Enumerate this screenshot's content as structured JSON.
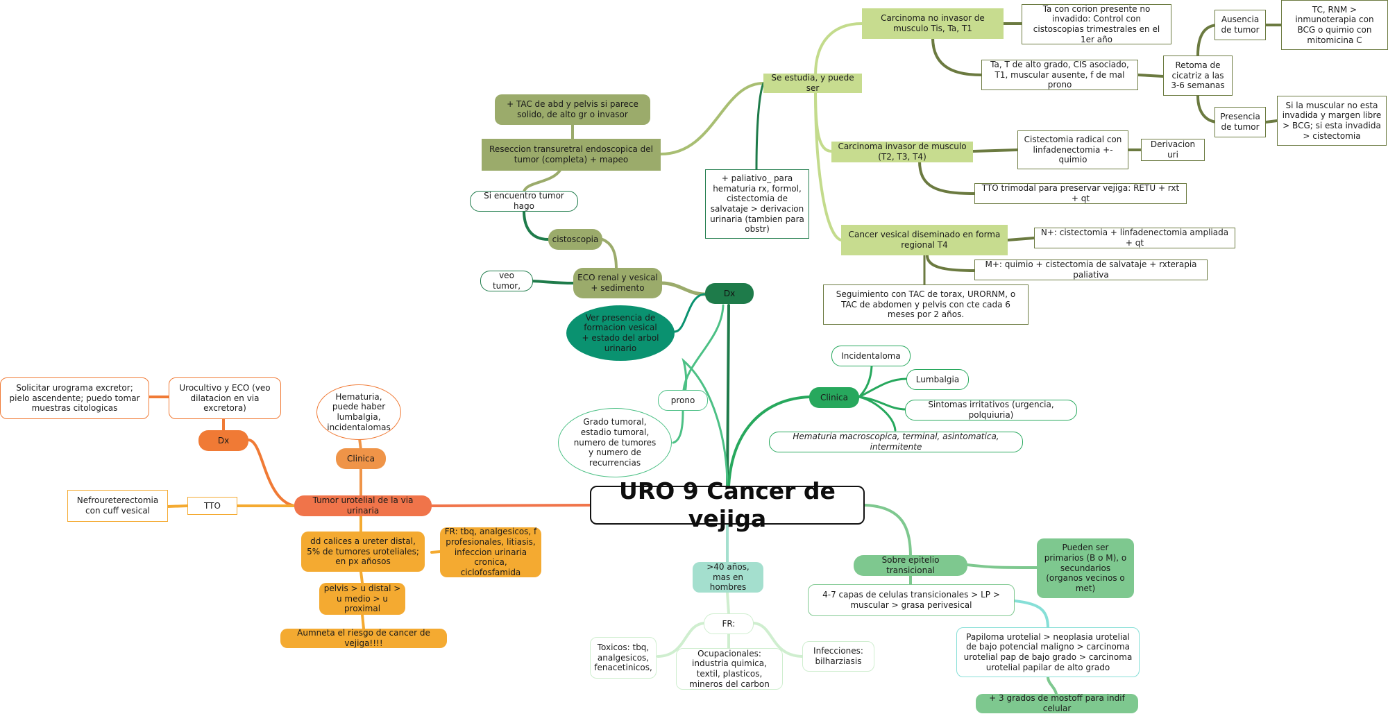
{
  "root": {
    "title": "URO 9 Cancer de vejiga"
  },
  "colors": {
    "olive_dark": "#6b7a40",
    "olive_fill": "#9bab6b",
    "lime_fill": "#c7dc8f",
    "lime_line": "#c3db8c",
    "green_dark": "#1e7b4a",
    "green_mid": "#27a85d",
    "teal_dark": "#0a9270",
    "green_soft": "#7ec88f",
    "green_pale": "#cfeecf",
    "teal_pale": "#a4dfce",
    "cyan_line": "#86dfd7",
    "orange_main": "#f0744a",
    "orange_dx": "#f07a35",
    "orange_clinica": "#ef9448",
    "amber": "#f4aa31"
  },
  "dx": {
    "label": "Dx",
    "eco": "ECO renal y vesical + sedimento",
    "veo_tumor": "veo tumor,",
    "ver_presencia": "Ver presencia de formacion vesical + estado del arbol urinario",
    "cistoscopia": "cistoscopia",
    "si_encuentro": "Si encuentro tumor hago",
    "reseccion": "Reseccion transuretral endoscopica del tumor (completa) + mapeo",
    "tac": "+ TAC de abd y pelvis si parece solido, de alto gr o invasor",
    "paliativo": "+ paliativo_ para hematuria rx, formol, cistectomia de salvataje > derivacion urinaria (tambien para obstr)",
    "se_estudia": "Se estudia, y puede ser",
    "no_invasor": "Carcinoma no invasor de musculo Tis, Ta, T1",
    "ta_corion": "Ta con corion presente no invadido: Control con cistoscopias trimestrales en el 1er año",
    "ta_alto": "Ta, T de alto grado, CIS asociado, T1, muscular ausente, f de mal prono",
    "retoma": "Retoma de cicatriz a las 3-6 semanas",
    "ausencia": "Ausencia de tumor",
    "ausencia_tto": "TC, RNM > inmunoterapia con BCG o quimio con mitomicina C",
    "presencia": "Presencia de tumor",
    "presencia_tto": "Si la muscular no esta invadida y margen libre > BCG; si esta invadida > cistectomia",
    "invasor": "Carcinoma invasor de musculo (T2, T3, T4)",
    "cistectomia_radical": "Cistectomia radical con linfadenectomia +- quimio",
    "derivacion": "Derivacion uri",
    "trimodal": "TTO trimodal para preservar vejiga: RETU + rxt + qt",
    "diseminado": "Cancer vesical diseminado en forma regional T4",
    "n_plus": "N+: cistectomia + linfadenectomia ampliada + qt",
    "m_plus": "M+: quimio + cistectomia de salvataje + rxterapia paliativa",
    "seguimiento": "Seguimiento con TAC de torax, URORNM, o TAC de abdomen y pelvis con cte cada 6 meses por 2 años."
  },
  "prono": {
    "label": "prono",
    "factores": "Grado tumoral, estadio tumoral, numero de tumores y numero de recurrencias"
  },
  "clinica": {
    "label": "Clinica",
    "items": [
      "Incidentaloma",
      "Lumbalgia",
      "Sintomas irritativos (urgencia, polquiuria)",
      "Hematuria macroscopica, terminal, asintomatica, intermitente"
    ]
  },
  "epitelio": {
    "label": "Sobre epitelio transicional",
    "primarios": "Pueden ser primarios (B o M), o secundarios (organos vecinos o met)",
    "capas": "4-7 capas de celulas transicionales > LP > muscular > grasa perivesical",
    "papiloma": "Papiloma urotelial > neoplasia urotelial de bajo potencial maligno > carcinoma urotelial pap de bajo grado > carcinoma urotelial papilar de alto grado",
    "mostoff": "+ 3 grados de mostoff para indif celular"
  },
  "epidemiologia": {
    "edad": ">40 años, mas en hombres",
    "fr": "FR:",
    "toxicos": "Toxicos: tbq, analgesicos, fenacetinicos,",
    "ocupacionales": "Ocupacionales: industria quimica, textil, plasticos, mineros del carbon",
    "infecciones": "Infecciones: bilharziasis"
  },
  "via_urinaria": {
    "label": "Tumor urotelial de la via urinaria",
    "dx": "Dx",
    "urocultivo": "Urocultivo y ECO (veo dilatacion en via excretora)",
    "urograma": "Solicitar urograma excretor; pielo ascendente; puedo tomar muestras citologicas",
    "clinica": "Clinica",
    "hematuria": "Hematuria, puede haber lumbalgia, incidentalomas",
    "tto": "TTO",
    "nefro": "Nefroureterectomia con cuff vesical",
    "dd_calices": "dd calices a ureter distal, 5% de tumores uroteliales; en px añosos",
    "fr": "FR: tbq, analgesicos, f profesionales, litiasis, infeccion urinaria cronica, ciclofosfamida",
    "pelvis": "pelvis > u distal > u medio > u proximal",
    "riesgo": "Aumneta el riesgo de cancer de vejiga!!!!"
  }
}
